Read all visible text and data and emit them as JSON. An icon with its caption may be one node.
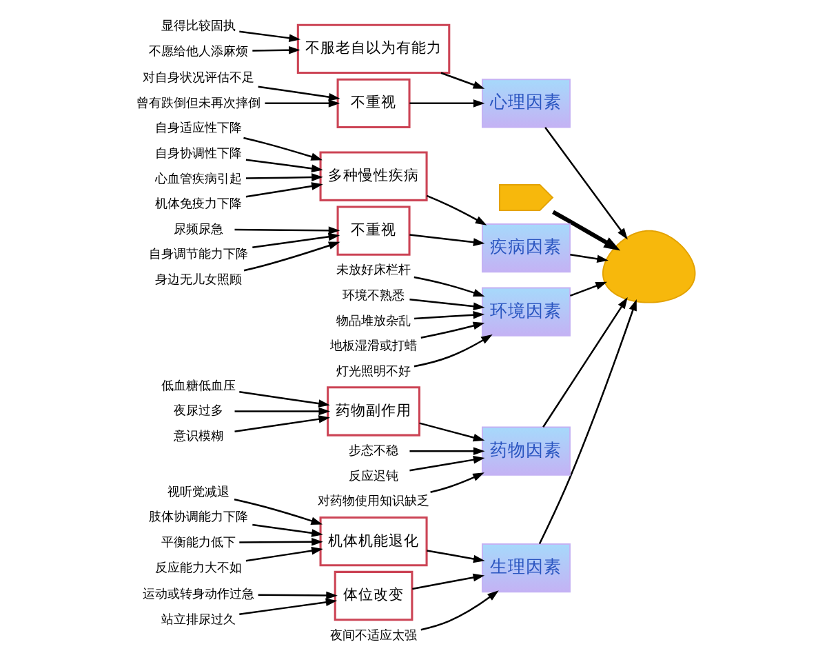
{
  "diagram": {
    "nodes": [
      {
        "text": [
          "生理因素"
        ]
      },
      {
        "text": [
          "心理因素"
        ]
      },
      {
        "text": [
          "机体机能退化"
        ]
      },
      {
        "text": [
          "视听觉减退"
        ]
      },
      {
        "text": [
          "肢体协调能力下降"
        ]
      },
      {
        "text": [
          "平衡能力低下"
        ]
      },
      {
        "text": [
          "反应能力大不如"
        ]
      },
      {
        "text": [
          "体位改变"
        ]
      },
      {
        "text": [
          "运动或转身动作过急"
        ]
      },
      {
        "text": [
          "站立排尿过久"
        ]
      },
      {
        "text": [
          "夜间不适应太强"
        ]
      },
      {
        "text": [
          "不服老自以为有能力"
        ]
      },
      {
        "text": [
          "显得比较固执"
        ]
      },
      {
        "text": [
          "不愿给他人添麻烦"
        ]
      },
      {
        "text": [
          "不重视"
        ]
      },
      {
        "text": [
          "对自身状况评估不足"
        ]
      },
      {
        "text": [
          "曾有跌倒但未再次摔倒"
        ]
      },
      {
        "text": [],
        "shape": "chevron"
      },
      {
        "text": [],
        "shape": "picture"
      },
      {
        "text": [
          "疾病因素"
        ]
      },
      {
        "text": [
          "多种慢性疾病"
        ]
      },
      {
        "text": [
          "自身适应性下降"
        ]
      },
      {
        "text": [
          "自身协调性下降"
        ]
      },
      {
        "text": [
          "心血管疾病引起"
        ]
      },
      {
        "text": [
          "机体免疫力下降"
        ]
      },
      {
        "text": [
          "不重视"
        ]
      },
      {
        "text": [
          "尿频尿急"
        ]
      },
      {
        "text": [
          "自身调节能力下降"
        ]
      },
      {
        "text": [
          "身边无儿女照顾"
        ]
      },
      {
        "text": [
          "环境因素"
        ]
      },
      {
        "text": [
          "未放好床栏杆"
        ]
      },
      {
        "text": [
          "环境不熟悉"
        ]
      },
      {
        "text": [
          "物品堆放杂乱"
        ]
      },
      {
        "text": [
          "地板湿滑或打蜡"
        ]
      },
      {
        "text": [
          "灯光照明不好"
        ]
      },
      {
        "text": [
          "药物因素"
        ]
      },
      {
        "text": [
          "药物副作用"
        ]
      },
      {
        "text": [
          "步态不稳"
        ]
      },
      {
        "text": [
          "反应迟钝"
        ]
      },
      {
        "text": [
          "对药物使用知识缺乏"
        ]
      },
      {
        "text": [
          "低血糖低血压"
        ]
      },
      {
        "text": [
          "夜尿过多"
        ]
      },
      {
        "text": [
          "意识模糊"
        ]
      }
    ],
    "edges": [
      {
        "from": 17,
        "to": 18,
        "arrow": "to",
        "style": "thick"
      },
      {
        "from": 0,
        "to": 18,
        "arrow": "to"
      },
      {
        "from": 1,
        "to": 18,
        "arrow": "to"
      },
      {
        "from": 19,
        "to": 18,
        "arrow": "to"
      },
      {
        "from": 29,
        "to": 18,
        "arrow": "to"
      },
      {
        "from": 35,
        "to": 18,
        "arrow": "to"
      },
      {
        "from": 2,
        "to": 0,
        "arrow": "to"
      },
      {
        "from": 3,
        "to": 2,
        "arrow": "to"
      },
      {
        "from": 4,
        "to": 2,
        "arrow": "to"
      },
      {
        "from": 5,
        "to": 2,
        "arrow": "to"
      },
      {
        "from": 6,
        "to": 2,
        "arrow": "to"
      },
      {
        "from": 7,
        "to": 0,
        "arrow": "to"
      },
      {
        "from": 8,
        "to": 7,
        "arrow": "to"
      },
      {
        "from": 9,
        "to": 7,
        "arrow": "to"
      },
      {
        "from": 10,
        "to": 0,
        "arrow": "to"
      },
      {
        "from": 11,
        "to": 1,
        "arrow": "to"
      },
      {
        "from": 12,
        "to": 11,
        "arrow": "to"
      },
      {
        "from": 13,
        "to": 11,
        "arrow": "to"
      },
      {
        "from": 14,
        "to": 1,
        "arrow": "to"
      },
      {
        "from": 15,
        "to": 14,
        "arrow": "to"
      },
      {
        "from": 16,
        "to": 14,
        "arrow": "to"
      },
      {
        "from": 20,
        "to": 19,
        "arrow": "to"
      },
      {
        "from": 21,
        "to": 20,
        "arrow": "to"
      },
      {
        "from": 22,
        "to": 20,
        "arrow": "to"
      },
      {
        "from": 23,
        "to": 20,
        "arrow": "to"
      },
      {
        "from": 24,
        "to": 20,
        "arrow": "to"
      },
      {
        "from": 25,
        "to": 19,
        "arrow": "to"
      },
      {
        "from": 26,
        "to": 25,
        "arrow": "to"
      },
      {
        "from": 27,
        "to": 25,
        "arrow": "to"
      },
      {
        "from": 28,
        "to": 25,
        "arrow": "to"
      },
      {
        "from": 30,
        "to": 29,
        "arrow": "to"
      },
      {
        "from": 31,
        "to": 29,
        "arrow": "to"
      },
      {
        "from": 32,
        "to": 29,
        "arrow": "to"
      },
      {
        "from": 33,
        "to": 29,
        "arrow": "to"
      },
      {
        "from": 34,
        "to": 29,
        "arrow": "to"
      },
      {
        "from": 36,
        "to": 35,
        "arrow": "to"
      },
      {
        "from": 37,
        "to": 35,
        "arrow": "to"
      },
      {
        "from": 38,
        "to": 35,
        "arrow": "to"
      },
      {
        "from": 39,
        "to": 35,
        "arrow": "to"
      },
      {
        "from": 40,
        "to": 36,
        "arrow": "to"
      },
      {
        "from": 41,
        "to": 36,
        "arrow": "to"
      },
      {
        "from": 42,
        "to": 36,
        "arrow": "to"
      }
    ]
  }
}
